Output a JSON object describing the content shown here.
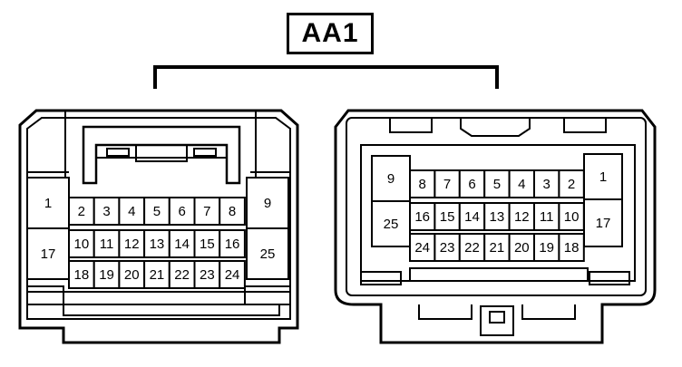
{
  "title": "AA1",
  "colors": {
    "stroke": "#000000",
    "background": "#ffffff"
  },
  "connector_left": {
    "rows": [
      [
        "1",
        "2",
        "3",
        "4",
        "5",
        "6",
        "7",
        "8",
        "9"
      ],
      [
        "17",
        "10",
        "11",
        "12",
        "13",
        "14",
        "15",
        "16",
        "25"
      ],
      [
        "18",
        "19",
        "20",
        "21",
        "22",
        "23",
        "24"
      ]
    ]
  },
  "connector_right": {
    "rows": [
      [
        "9",
        "8",
        "7",
        "6",
        "5",
        "4",
        "3",
        "2",
        "1"
      ],
      [
        "25",
        "16",
        "15",
        "14",
        "13",
        "12",
        "11",
        "10",
        "17"
      ],
      [
        "24",
        "23",
        "22",
        "21",
        "20",
        "19",
        "18"
      ]
    ]
  }
}
